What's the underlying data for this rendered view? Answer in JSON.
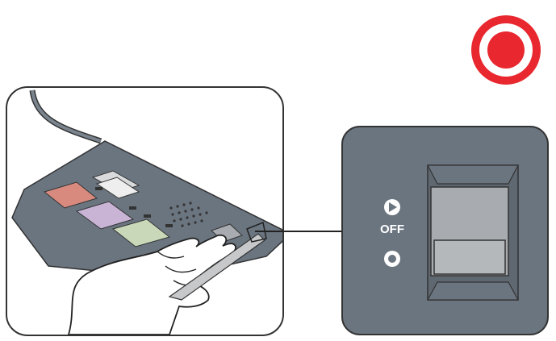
{
  "indicator": {
    "color": "#e8272e",
    "icon": "record-icon"
  },
  "device": {
    "body_color": "#6b7580",
    "buttons": [
      {
        "name": "red-button",
        "color": "#d88a7e"
      },
      {
        "name": "purple-button",
        "color": "#c9b4d6"
      },
      {
        "name": "green-button",
        "color": "#c9d8b8"
      }
    ],
    "slide_switch_color": "#a8acb0"
  },
  "zoom_panel": {
    "bg_color": "#6b7580",
    "top_icon": "play-circle-icon",
    "off_label": "OFF",
    "bottom_icon": "record-circle-icon",
    "switch_color": "#aeb1b4",
    "switch_position": "off"
  }
}
